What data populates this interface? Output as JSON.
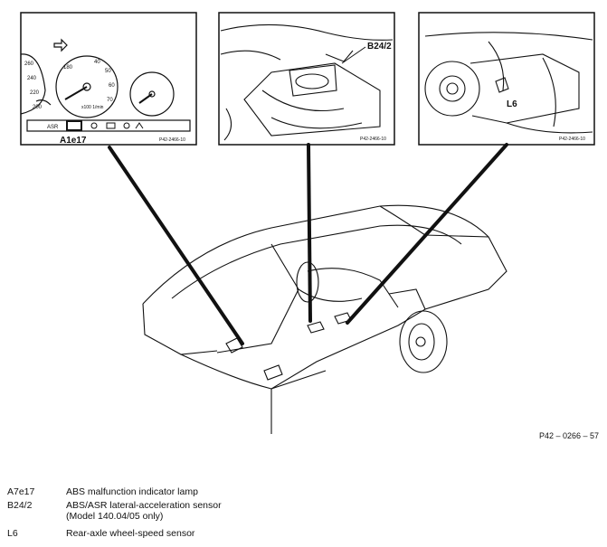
{
  "callouts": {
    "instrument_cluster": "A1e17",
    "sensor_unit": "B24/2",
    "wheel_sensor": "L6"
  },
  "panel_refs": {
    "left": "P42-2466-10",
    "middle": "P42-2466-10",
    "right": "P42-2466-10"
  },
  "cluster_labels": {
    "speed_scale": [
      "260",
      "240",
      "220",
      "200",
      "180"
    ],
    "tach_scale": [
      "40",
      "50",
      "60",
      "70"
    ],
    "lamp_text": "ASR",
    "units": "x100\n1/min"
  },
  "figure_ref": "P42 – 0266 – 57",
  "legend": [
    {
      "code": "A7e17",
      "text": "ABS malfunction indicator lamp"
    },
    {
      "code": "B24/2",
      "text": "ABS/ASR lateral-acceleration sensor",
      "note": "(Model 140.04/05 only)"
    },
    {
      "code": "L6",
      "text": "Rear-axle wheel-speed sensor"
    }
  ]
}
